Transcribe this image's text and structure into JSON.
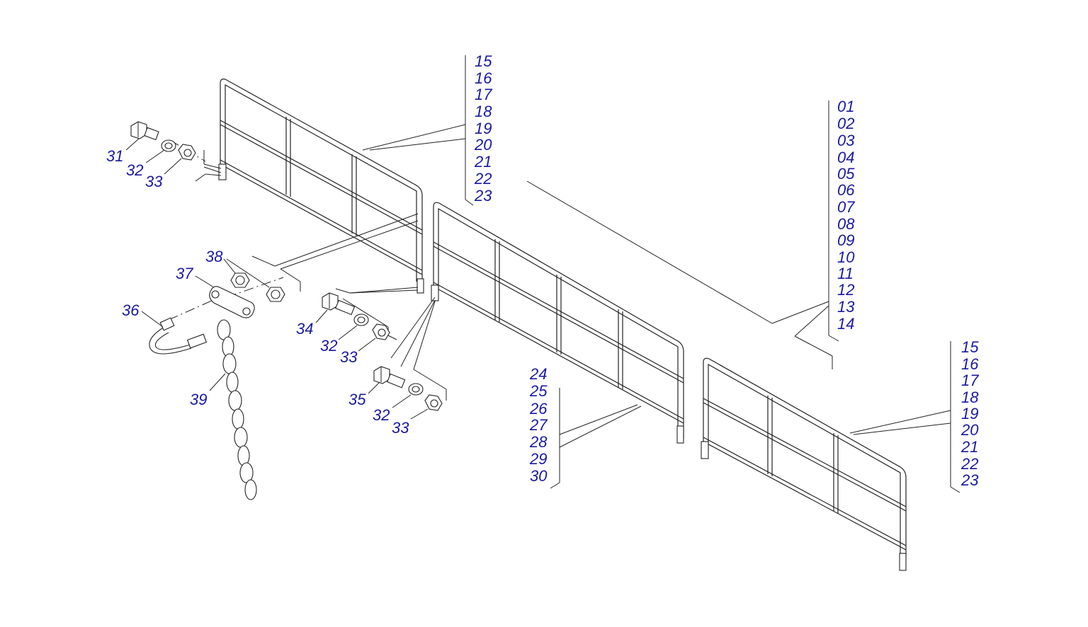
{
  "labels": {
    "g_top_15": "15",
    "g_top_16": "16",
    "g_top_17": "17",
    "g_top_18": "18",
    "g_top_19": "19",
    "g_top_20": "20",
    "g_top_21": "21",
    "g_top_22": "22",
    "g_top_23": "23",
    "g_right_01": "01",
    "g_right_02": "02",
    "g_right_03": "03",
    "g_right_04": "04",
    "g_right_05": "05",
    "g_right_06": "06",
    "g_right_07": "07",
    "g_right_08": "08",
    "g_right_09": "09",
    "g_right_10": "10",
    "g_right_11": "11",
    "g_right_12": "12",
    "g_right_13": "13",
    "g_right_14": "14",
    "g_br_15": "15",
    "g_br_16": "16",
    "g_br_17": "17",
    "g_br_18": "18",
    "g_br_19": "19",
    "g_br_20": "20",
    "g_br_21": "21",
    "g_br_22": "22",
    "g_br_23": "23",
    "g_mid_24": "24",
    "g_mid_25": "25",
    "g_mid_26": "26",
    "g_mid_27": "27",
    "g_mid_28": "28",
    "g_mid_29": "29",
    "g_mid_30": "30",
    "p31": "31",
    "p32a": "32",
    "p33a": "33",
    "p38": "38",
    "p37": "37",
    "p36": "36",
    "p34": "34",
    "p32b": "32",
    "p33b": "33",
    "p35": "35",
    "p32c": "32",
    "p33c": "33",
    "p39": "39"
  }
}
